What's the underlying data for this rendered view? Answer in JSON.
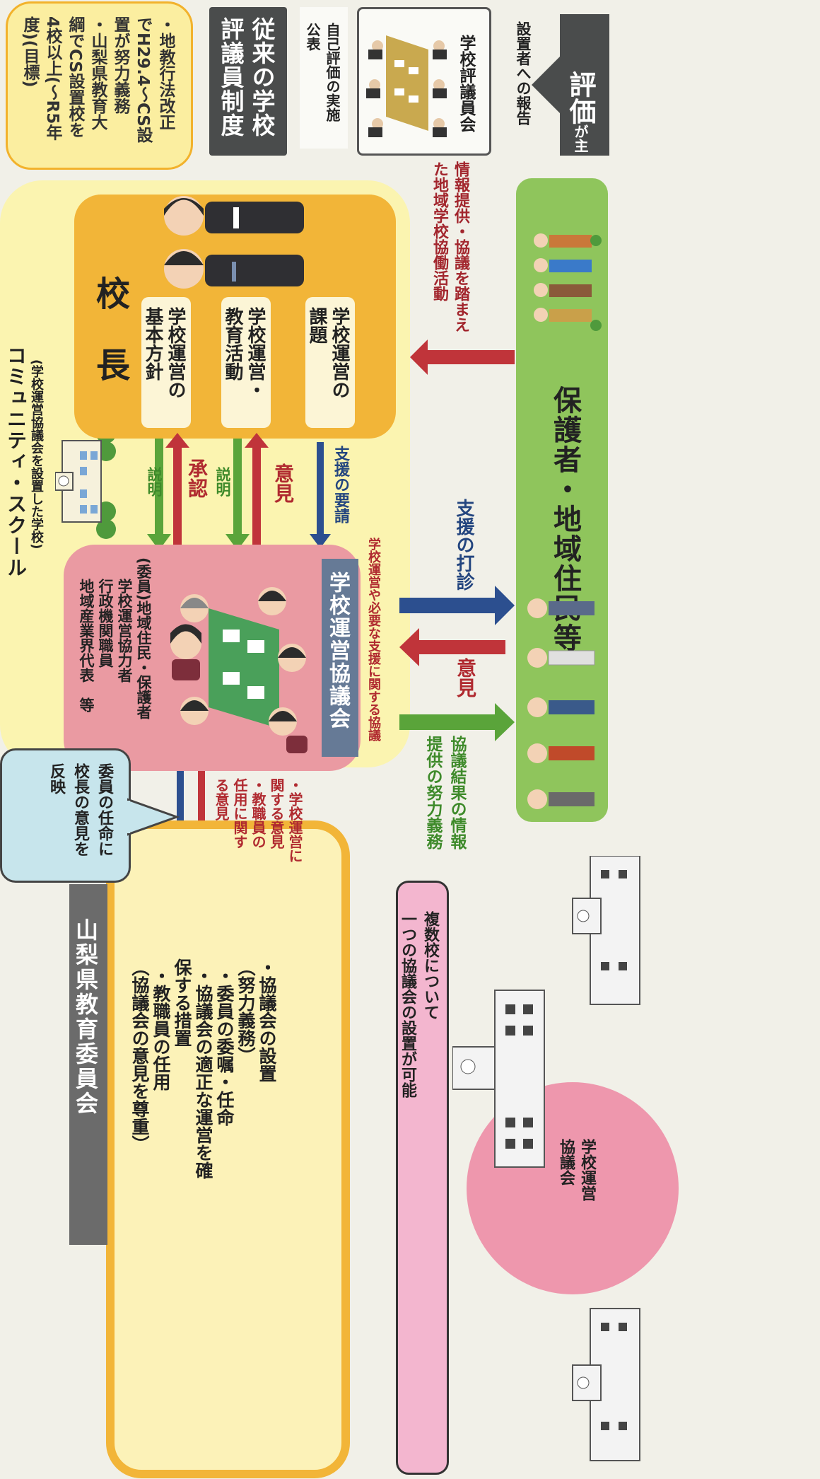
{
  "target_note": {
    "lines": [
      "・地教行法改正",
      "でH29.4〜CS設",
      "置が努力義務",
      "・山梨県教育大",
      "綱でCS設置校を",
      "4校以上(〜R5年",
      "度)(目標)"
    ]
  },
  "old_system": {
    "title_lines": [
      "従来の学校",
      "評議員制度"
    ],
    "self_eval_lines": [
      "自己評価の実施",
      "公表"
    ],
    "council_label": "学校評議員会",
    "report_label": "設置者への報告",
    "eval_label": "評価",
    "eval_small": "が主"
  },
  "community_school": {
    "title": "コミュニティ・スクール",
    "subtitle": "(学校運営協議会を設置した学校)"
  },
  "principal": {
    "title": "校 長",
    "items": [
      {
        "lines": [
          "学校運営の",
          "基本方針"
        ]
      },
      {
        "lines": [
          "学校運営・",
          "教育活動"
        ]
      },
      {
        "lines": [
          "学校運営の",
          "課題"
        ]
      }
    ]
  },
  "flows_principal": {
    "explain1": "説明",
    "approve": "承認",
    "explain2": "説明",
    "opinion": "意見",
    "request_support": "支援の要請"
  },
  "council": {
    "members": [
      "(委員)地域住民・保護者",
      "学校運営協力者",
      "行政機関職員",
      "地域産業界代表　等"
    ],
    "name": "学校運営協議会",
    "note": "学校運営や必要な支援に関する協議"
  },
  "residents": {
    "title": "保護者・地域住民等",
    "activity_lines": [
      "情報提供・協議を踏まえ",
      "た地域学校協働活動"
    ]
  },
  "flows_residents": {
    "support_consult": "支援の打診",
    "opinion": "意見",
    "result_lines": [
      "協議結果の情報",
      "提供の努力義務"
    ]
  },
  "board": {
    "title": "山梨県教育委員会",
    "items": [
      "・協議会の設置",
      "（努力義務）",
      "・委員の委嘱・任命",
      "・協議会の適正な運営を確",
      "保する措置",
      "・教職員の任用",
      "（協議会の意見を尊重）"
    ]
  },
  "bubble": {
    "lines": [
      "委員の任命に",
      "校長の意見を",
      "反映"
    ]
  },
  "council_opinion": {
    "lines": [
      "・学校運営に",
      "関する意見",
      "・教職員の",
      "任用に関す",
      "る意見"
    ]
  },
  "multi_school": {
    "lines": [
      "複数校について",
      "一つの協議会の設置が可能"
    ],
    "council_lines": [
      "学校運営",
      "協議会"
    ]
  }
}
